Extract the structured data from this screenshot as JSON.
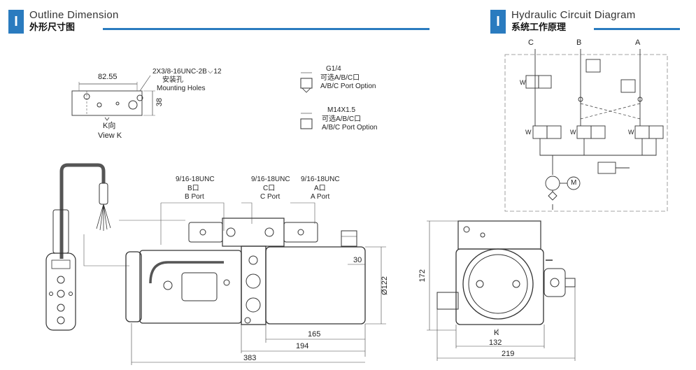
{
  "left_section": {
    "icon": "I",
    "title_en": "Outline Dimension",
    "title_cn": "外形尺寸图"
  },
  "right_section": {
    "icon": "I",
    "title_en": "Hydraulic Circuit Diagram",
    "title_cn": "系统工作原理"
  },
  "view_k": {
    "dim_width": "82.55",
    "dim_height": "38",
    "holes_spec": "2X3/8-16UNC-2B",
    "holes_depth": "12",
    "holes_cn": "安装孔",
    "holes_en": "Mounting Holes",
    "view_cn": "K向",
    "view_en": "View K"
  },
  "port_option_1": {
    "thread": "G1/4",
    "cn": "可选A/B/C口",
    "en": "A/B/C Port Option"
  },
  "port_option_2": {
    "thread": "M14X1.5",
    "cn": "可选A/B/C口",
    "en": "A/B/C Port Option"
  },
  "ports": [
    {
      "thread": "9/16-18UNC",
      "cn": "B口",
      "en": "B Port"
    },
    {
      "thread": "9/16-18UNC",
      "cn": "C口",
      "en": "C Port"
    },
    {
      "thread": "9/16-18UNC",
      "cn": "A口",
      "en": "A Port"
    }
  ],
  "front_dims": {
    "d30": "30",
    "d122": "Ø122",
    "d165": "165",
    "d194": "194",
    "d383": "383"
  },
  "side_dims": {
    "d172": "172",
    "k": "K",
    "d132": "132",
    "d219": "219"
  },
  "circuit": {
    "port_c": "C",
    "port_b": "B",
    "port_a": "A",
    "w1": "W",
    "w2": "W",
    "w3": "W",
    "w4": "W",
    "motor": "M"
  }
}
